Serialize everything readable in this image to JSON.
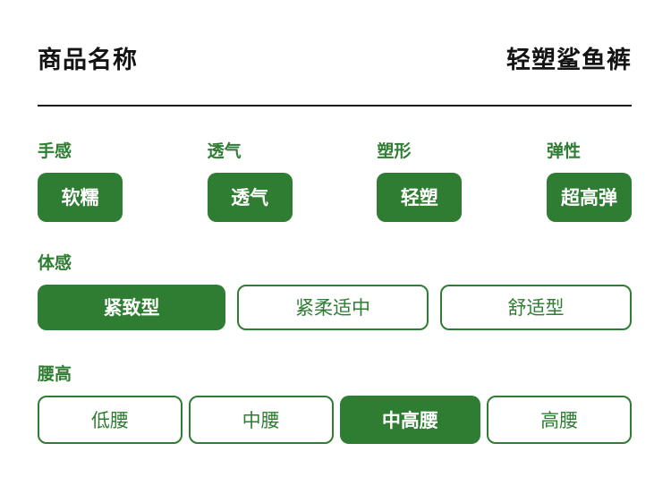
{
  "colors": {
    "accent_green": "#2E7D32",
    "text_dark": "#141414",
    "white": "#FFFFFF"
  },
  "header": {
    "title_label": "商品名称",
    "product_name": "轻塑鲨鱼裤"
  },
  "attributes": [
    {
      "label": "手感",
      "value": "软糯"
    },
    {
      "label": "透气",
      "value": "透气"
    },
    {
      "label": "塑形",
      "value": "轻塑"
    },
    {
      "label": "弹性",
      "value": "超高弹"
    }
  ],
  "body_feel": {
    "label": "体感",
    "options": [
      {
        "label": "紧致型",
        "selected": true
      },
      {
        "label": "紧柔适中",
        "selected": false
      },
      {
        "label": "舒适型",
        "selected": false
      }
    ]
  },
  "waist_height": {
    "label": "腰高",
    "options": [
      {
        "label": "低腰",
        "selected": false
      },
      {
        "label": "中腰",
        "selected": false
      },
      {
        "label": "中高腰",
        "selected": true
      },
      {
        "label": "高腰",
        "selected": false
      }
    ]
  }
}
